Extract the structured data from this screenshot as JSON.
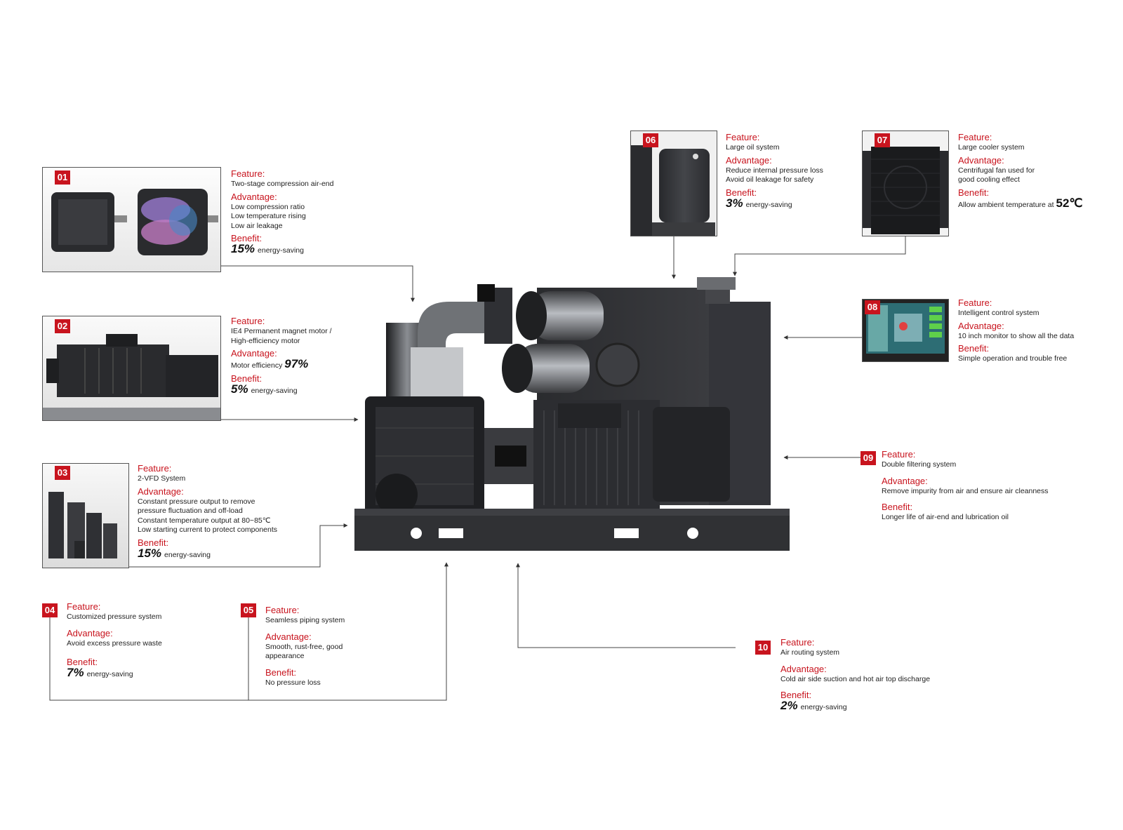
{
  "colors": {
    "accent": "#c8141e",
    "line": "#444444",
    "machine": "#2b2c2e"
  },
  "items": [
    {
      "num": "01",
      "feature_h": "Feature:",
      "feature": "Two-stage compression air-end",
      "advantage_h": "Advantage:",
      "advantage": "Low compression ratio\nLow temperature rising\nLow air leakage",
      "benefit_h": "Benefit:",
      "benefit_value": "15%",
      "benefit_text": "energy-saving"
    },
    {
      "num": "02",
      "feature_h": "Feature:",
      "feature": "IE4 Permanent magnet motor /\nHigh-efficiency motor",
      "advantage_h": "Advantage:",
      "advantage_text": "Motor efficiency",
      "advantage_value": "97%",
      "benefit_h": "Benefit:",
      "benefit_value": "5%",
      "benefit_text": "energy-saving"
    },
    {
      "num": "03",
      "feature_h": "Feature:",
      "feature": "2-VFD System",
      "advantage_h": "Advantage:",
      "advantage": "Constant pressure output to remove\npressure fluctuation and off-load\nConstant temperature output at 80~85℃\nLow starting current to protect components",
      "benefit_h": "Benefit:",
      "benefit_value": "15%",
      "benefit_text": "energy-saving"
    },
    {
      "num": "04",
      "feature_h": "Feature:",
      "feature": "Customized pressure system",
      "advantage_h": "Advantage:",
      "advantage": "Avoid excess pressure waste",
      "benefit_h": "Benefit:",
      "benefit_value": "7%",
      "benefit_text": "energy-saving"
    },
    {
      "num": "05",
      "feature_h": "Feature:",
      "feature": "Seamless piping system",
      "advantage_h": "Advantage:",
      "advantage": "Smooth, rust-free, good\nappearance",
      "benefit_h": "Benefit:",
      "benefit": "No pressure loss"
    },
    {
      "num": "06",
      "feature_h": "Feature:",
      "feature": "Large oil system",
      "advantage_h": "Advantage:",
      "advantage": "Reduce internal pressure loss\nAvoid oil leakage for safety",
      "benefit_h": "Benefit:",
      "benefit_value": "3%",
      "benefit_text": "energy-saving"
    },
    {
      "num": "07",
      "feature_h": "Feature:",
      "feature": "Large cooler system",
      "advantage_h": "Advantage:",
      "advantage": "Centrifugal fan used for\ngood cooling effect",
      "benefit_h": "Benefit:",
      "benefit_text": "Allow ambient temperature at",
      "benefit_value": "52℃"
    },
    {
      "num": "08",
      "feature_h": "Feature:",
      "feature": "Intelligent control system",
      "advantage_h": "Advantage:",
      "advantage": "10 inch monitor to show all the data",
      "benefit_h": "Benefit:",
      "benefit": "Simple operation and trouble free"
    },
    {
      "num": "09",
      "feature_h": "Feature:",
      "feature": "Double filtering system",
      "advantage_h": "Advantage:",
      "advantage": "Remove impurity from air and ensure air cleanness",
      "benefit_h": "Benefit:",
      "benefit": "Longer life of air-end and lubrication oil"
    },
    {
      "num": "10",
      "feature_h": "Feature:",
      "feature": "Air routing system",
      "advantage_h": "Advantage:",
      "advantage": "Cold air side suction and hot air top discharge",
      "benefit_h": "Benefit:",
      "benefit_value": "2%",
      "benefit_text": "energy-saving"
    }
  ]
}
